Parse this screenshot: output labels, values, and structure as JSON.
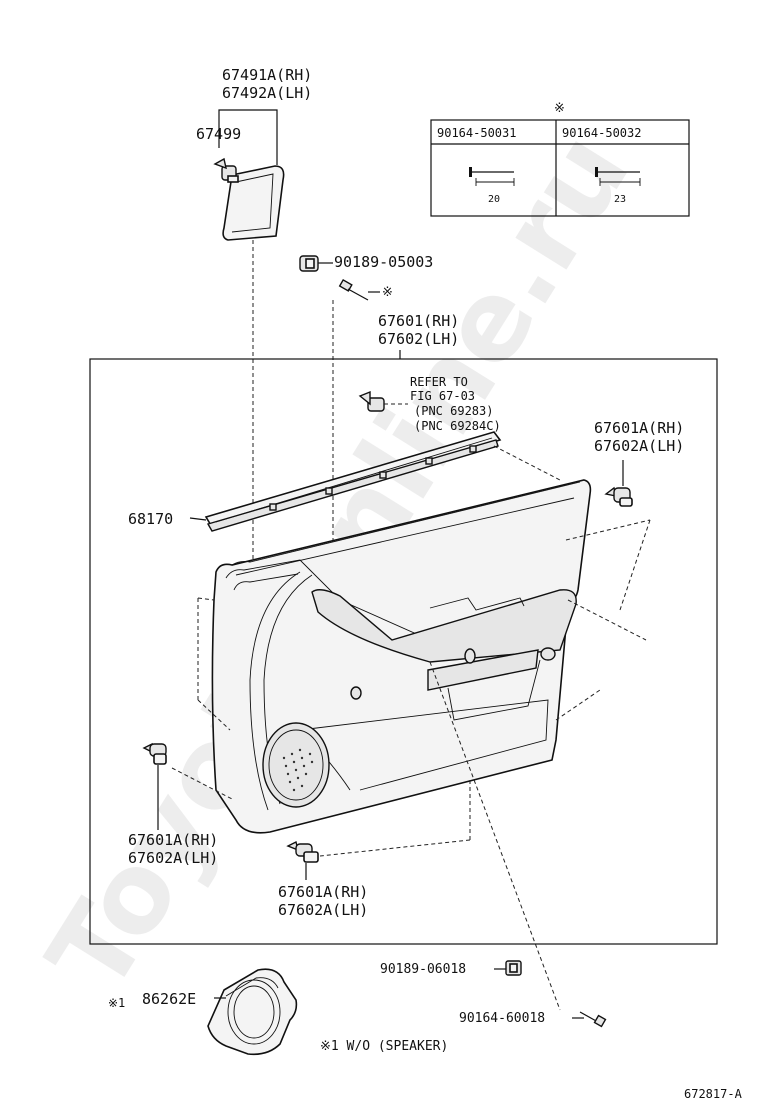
{
  "watermark": "ToyotaOnline.ru",
  "figure_id": "672817-A",
  "labels": {
    "trim_rh": "67491A(RH)",
    "trim_lh": "67492A(LH)",
    "clip_67499": "67499",
    "clip_90189_05003": "90189-05003",
    "screw_mark": "※",
    "panel_rh": "67601(RH)",
    "panel_lh": "67602(LH)",
    "refer_line1": "REFER TO",
    "refer_line2": "FIG 67-03",
    "refer_line3": "(PNC 69283)",
    "refer_line4": "(PNC 69284C)",
    "weatherstrip": "68170",
    "clip_right_rh": "67601A(RH)",
    "clip_right_lh": "67602A(LH)",
    "clip_left_rh": "67601A(RH)",
    "clip_left_lh": "67602A(LH)",
    "clip_bottom_rh": "67601A(RH)",
    "clip_bottom_lh": "67602A(LH)",
    "nut_90189_06018": "90189-06018",
    "screw_90164_60018": "90164-60018",
    "speaker_ref": "※1",
    "speaker_part": "86262E",
    "footnote": "※1 W/O (SPEAKER)"
  },
  "screw_table": {
    "mark": "※",
    "columns": [
      {
        "part": "90164-50031",
        "length": "20"
      },
      {
        "part": "90164-50032",
        "length": "23"
      }
    ]
  }
}
